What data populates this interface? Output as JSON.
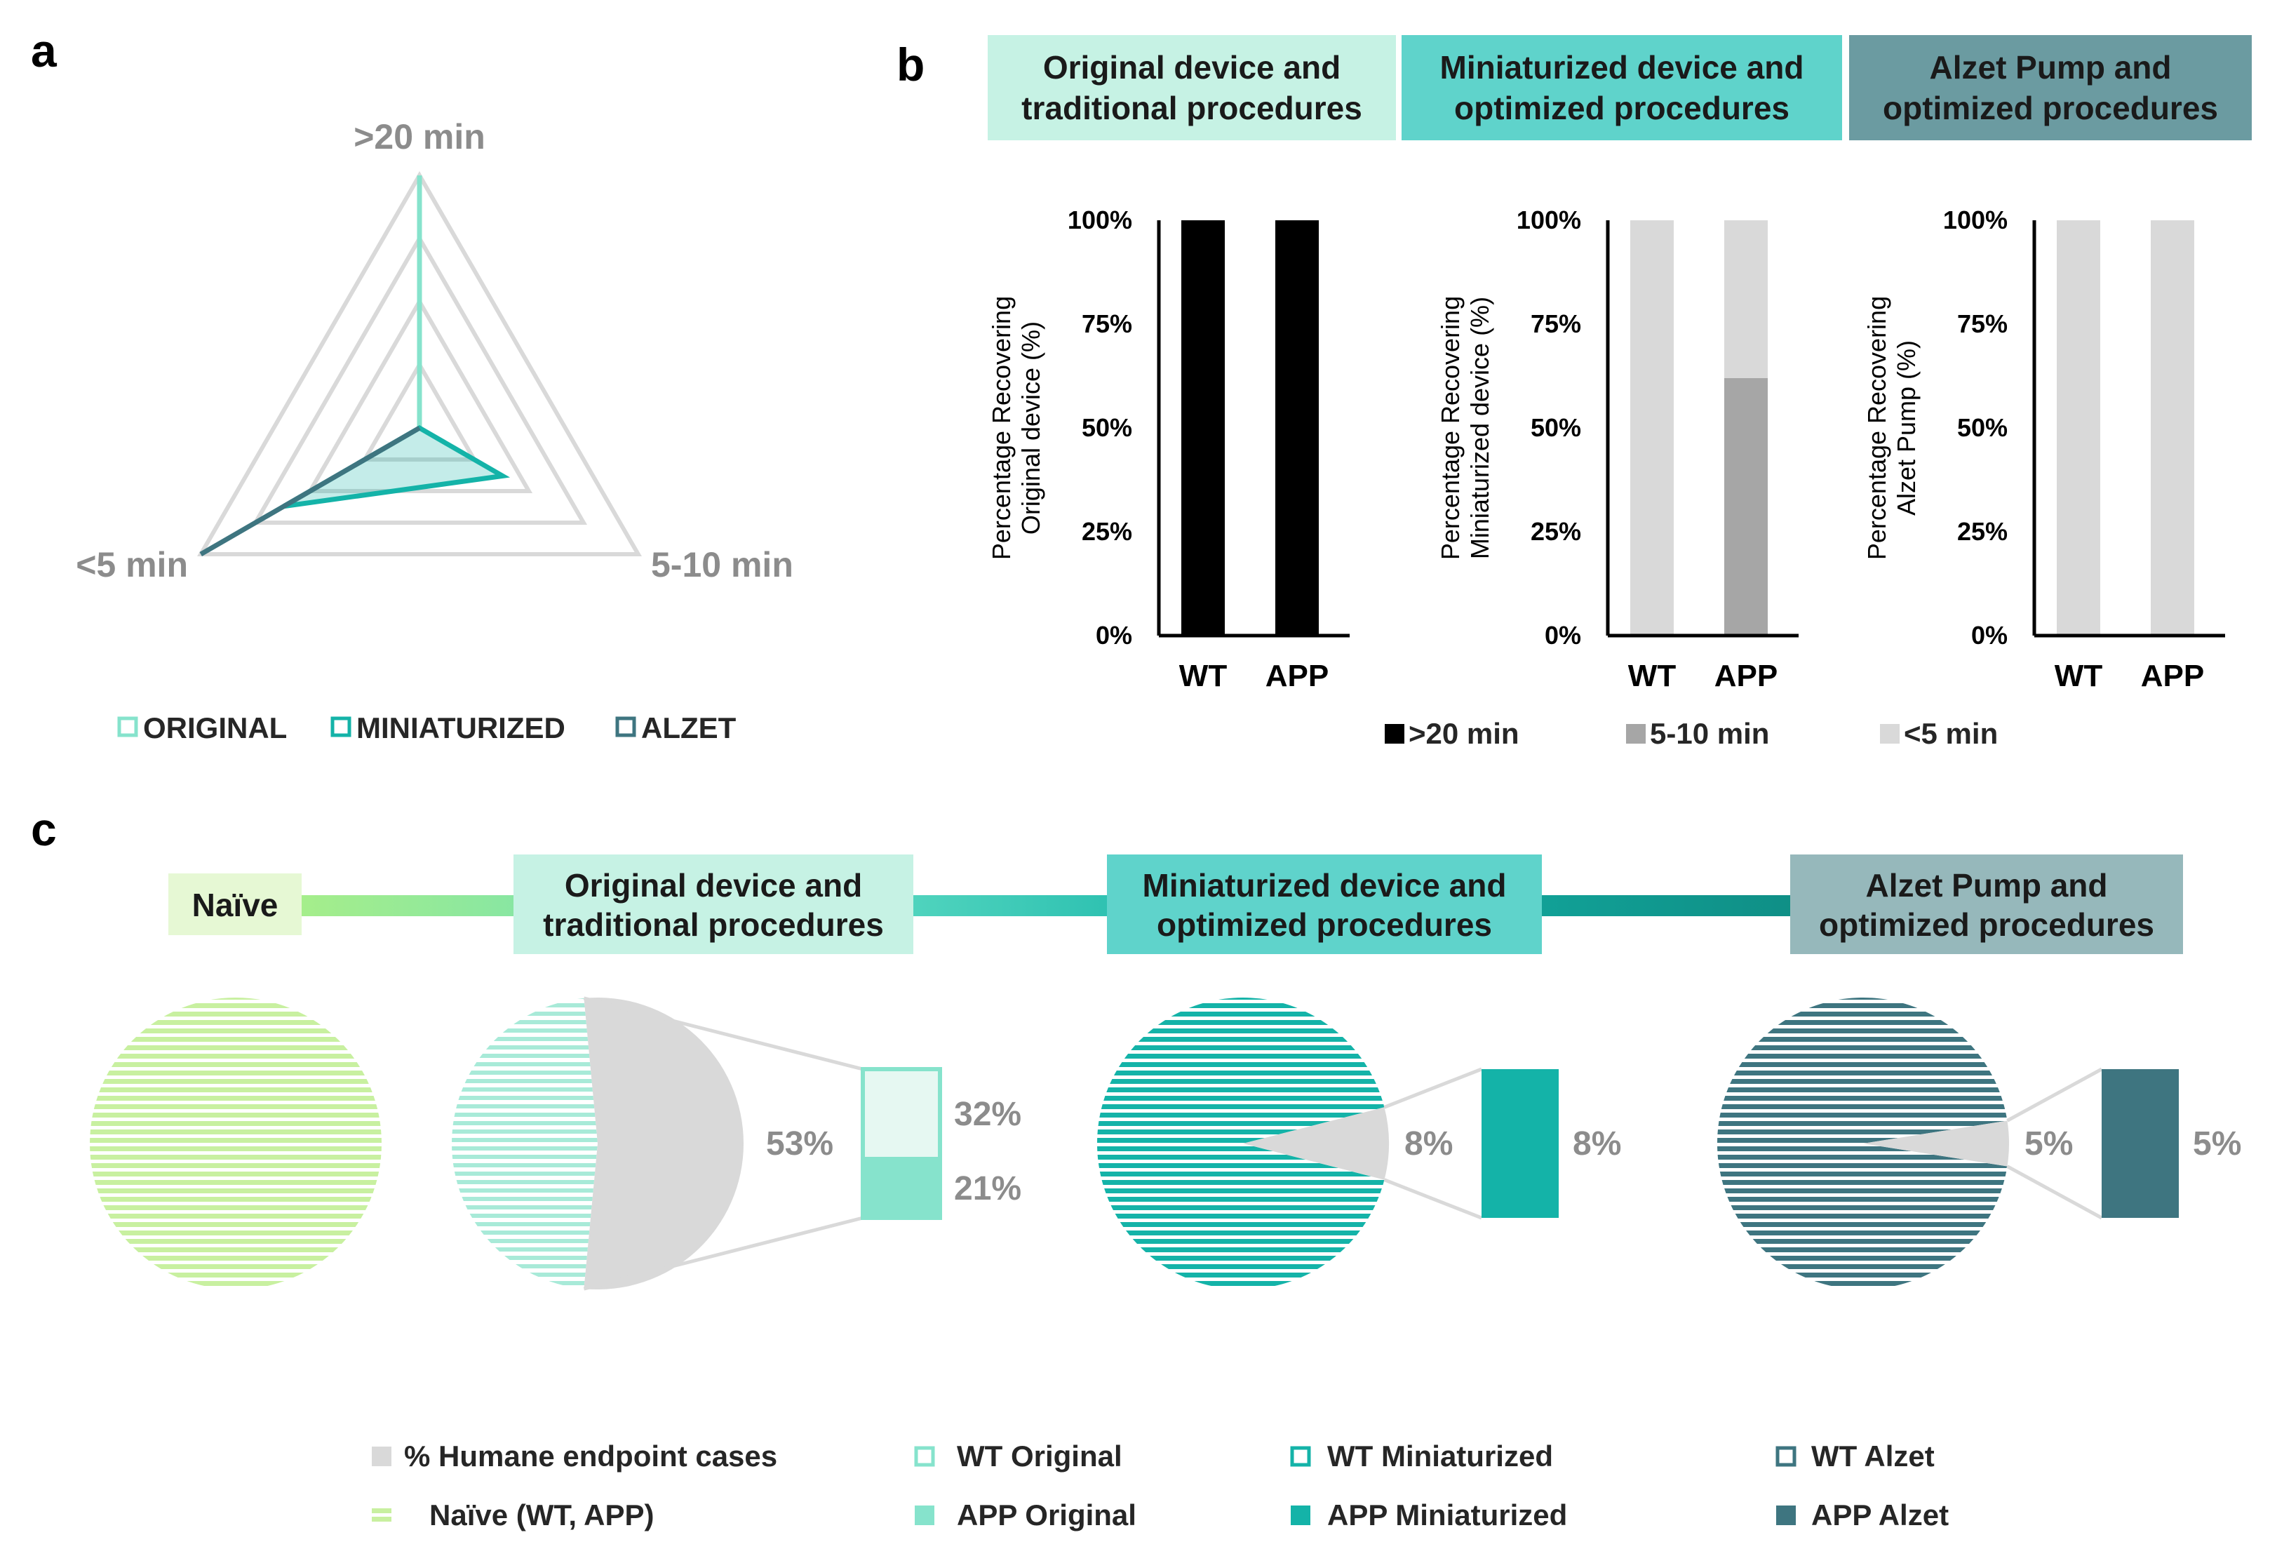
{
  "panels": {
    "a": "a",
    "b": "b",
    "c": "c"
  },
  "colors": {
    "original": "#86e3cc",
    "miniaturized": "#14b3a8",
    "alzet": "#3e7580",
    "naive": "#c8f0a0",
    "humane": "#d9d9d9",
    "gt20": "#000000",
    "g5to10": "#a6a6a6",
    "lt5": "#d9d9d9"
  },
  "chart_data": [
    {
      "type": "radar",
      "axes": [
        ">20 min",
        "5-10 min",
        "<5 min"
      ],
      "rmax": 100,
      "series": [
        {
          "name": "ORIGINAL",
          "values": [
            100,
            0,
            0
          ]
        },
        {
          "name": "MINIATURIZED",
          "values": [
            0,
            38,
            62
          ]
        },
        {
          "name": "ALZET",
          "values": [
            0,
            0,
            100
          ]
        }
      ],
      "legend": [
        "ORIGINAL",
        "MINIATURIZED",
        "ALZET"
      ]
    },
    {
      "type": "bar",
      "stacked": true,
      "headers": [
        "Original device and\ntraditional procedures",
        "Miniaturized device and\noptimized procedures",
        "Alzet Pump and\noptimized procedures"
      ],
      "categories": [
        "WT",
        "APP"
      ],
      "yticks": [
        "0%",
        "25%",
        "50%",
        "75%",
        "100%"
      ],
      "ylim": [
        0,
        100
      ],
      "charts": [
        {
          "ylabel": "Percentage Recovering\nOriginal device (%)",
          "stacks": [
            {
              "gt20": 100,
              "g5to10": 0,
              "lt5": 0
            },
            {
              "gt20": 100,
              "g5to10": 0,
              "lt5": 0
            }
          ]
        },
        {
          "ylabel": "Percentage Recovering\nMiniaturized device (%)",
          "stacks": [
            {
              "gt20": 0,
              "g5to10": 0,
              "lt5": 100
            },
            {
              "gt20": 0,
              "g5to10": 62,
              "lt5": 38
            }
          ]
        },
        {
          "ylabel": "Percentage Recovering\nAlzet Pump (%)",
          "stacks": [
            {
              "gt20": 0,
              "g5to10": 0,
              "lt5": 100
            },
            {
              "gt20": 0,
              "g5to10": 0,
              "lt5": 100
            }
          ]
        }
      ],
      "legend": [
        ">20 min",
        "5-10 min",
        "<5 min"
      ]
    },
    {
      "type": "pie",
      "stages": [
        "Naïve",
        "Original device and\ntraditional procedures",
        "Miniaturized device and\noptimized procedures",
        "Alzet Pump and\noptimized procedures"
      ],
      "pies": [
        {
          "humane": 0
        },
        {
          "humane": 53,
          "label": "53%",
          "wt": 32,
          "app": 21,
          "wt_label": "32%",
          "app_label": "21%"
        },
        {
          "humane": 8,
          "label": "8%",
          "wt": 0,
          "app": 8,
          "app_label": "8%"
        },
        {
          "humane": 5,
          "label": "5%",
          "wt": 0,
          "app": 5,
          "app_label": "5%"
        }
      ],
      "legend": [
        "% Humane endpoint cases",
        "Naïve (WT, APP)",
        "WT Original",
        "APP Original",
        "WT Miniaturized",
        "APP Miniaturized",
        "WT Alzet",
        "APP Alzet"
      ]
    }
  ]
}
